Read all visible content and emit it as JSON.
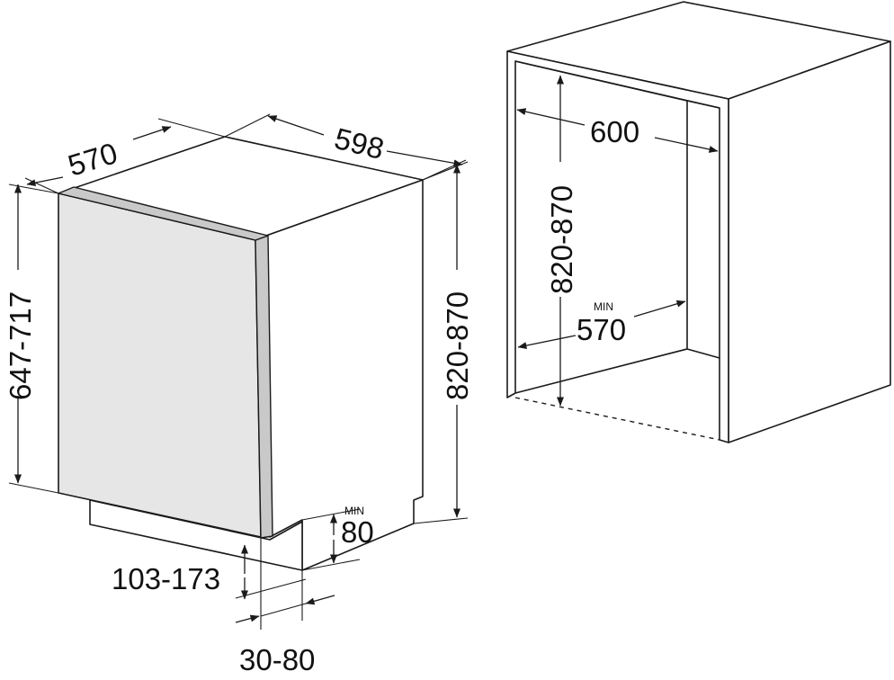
{
  "diagram": {
    "appliance": {
      "depth_label": "570",
      "width_label": "598",
      "door_height_label": "647-717",
      "height_label": "820-870",
      "plinth_min_label": "MIN",
      "plinth_height_label": "80",
      "door_offset_label": "103-173",
      "recess_label": "30-80"
    },
    "niche": {
      "width_label": "600",
      "height_label": "820-870",
      "min_label": "MIN",
      "depth_label": "570"
    }
  }
}
